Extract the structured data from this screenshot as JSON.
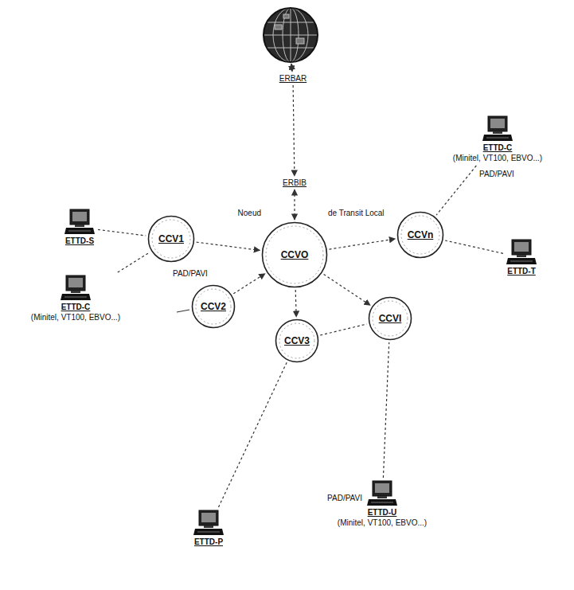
{
  "diagram": {
    "nodes": [
      {
        "text": [
          "ERBAR"
        ]
      },
      {
        "text": [
          "ERBIB"
        ]
      },
      {
        "text": [
          "CCVO"
        ]
      },
      {
        "text": [
          "CCV1"
        ]
      },
      {
        "text": [
          "CCV2"
        ]
      },
      {
        "text": [
          "CCV3"
        ]
      },
      {
        "text": [
          "CCVI"
        ]
      },
      {
        "text": [
          "CCVn"
        ]
      },
      {
        "text": [
          "ETTD-S"
        ]
      },
      {
        "text": [
          "ETTD-C",
          "(Minitel, VT100, EBVO...)"
        ]
      },
      {
        "text": [
          "ETTD-C",
          "(Minitel, VT100, EBVO...)"
        ]
      },
      {
        "text": [
          "ETTD-T"
        ]
      },
      {
        "text": [
          "ETTD-P"
        ]
      },
      {
        "text": [
          "ETTD-U",
          "(Minitel, VT100, EBVO...)"
        ]
      }
    ],
    "edges": [
      {
        "from": 0,
        "to": 1,
        "arrow": "to"
      },
      {
        "from": 1,
        "to": 2,
        "arrow": "both"
      },
      {
        "from": 3,
        "to": 2,
        "arrow": "to"
      },
      {
        "from": 2,
        "to": 7,
        "arrow": "to"
      },
      {
        "from": 2,
        "to": 5,
        "arrow": "to"
      },
      {
        "from": 4,
        "to": 2,
        "arrow": "to"
      },
      {
        "from": 2,
        "to": 6,
        "arrow": "to"
      },
      {
        "from": 5,
        "to": 6,
        "arrow": "none"
      },
      {
        "from": 8,
        "to": 3,
        "arrow": "none"
      },
      {
        "from": 9,
        "to": 3,
        "arrow": "none"
      },
      {
        "from": 10,
        "to": 7,
        "arrow": "none"
      },
      {
        "from": 11,
        "to": 7,
        "arrow": "none"
      },
      {
        "from": 12,
        "to": 5,
        "arrow": "none"
      },
      {
        "from": 13,
        "to": 6,
        "arrow": "none"
      }
    ],
    "labels": [
      "Noeud",
      "de Transit Local",
      "PAD/PAVI",
      "PAD/PAVI",
      "PAD/PAVI"
    ]
  }
}
